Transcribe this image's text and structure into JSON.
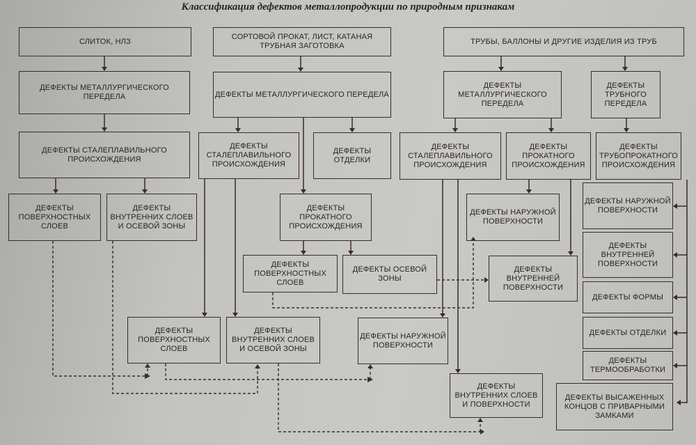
{
  "title": "Классификация дефектов металлопродукции по природным признакам",
  "boxes": {
    "ingot": "СЛИТОК, НЛЗ",
    "rolled": "СОРТОВОЙ ПРОКАТ, ЛИСТ, КАТАНАЯ ТРУБНАЯ ЗАГОТОВКА",
    "pipes": "ТРУБЫ, БАЛЛОНЫ И ДРУГИЕ ИЗДЕЛИЯ ИЗ ТРУБ",
    "met1": "ДЕФЕКТЫ МЕТАЛЛУРГИЧЕСКОГО ПЕРЕДЕЛА",
    "met2": "ДЕФЕКТЫ МЕТАЛЛУРГИЧЕСКОГО ПЕРЕДЕЛА",
    "met3": "ДЕФЕКТЫ МЕТАЛЛУРГИЧЕСКОГО ПЕРЕДЕЛА",
    "tubeproc": "ДЕФЕКТЫ ТРУБНОГО ПЕРЕДЕЛА",
    "steel1": "ДЕФЕКТЫ СТАЛЕПЛАВИЛЬНОГО ПРОИСХОЖДЕНИЯ",
    "steel2": "ДЕФЕКТЫ СТАЛЕПЛАВИЛЬНОГО ПРОИСХОЖДЕНИЯ",
    "finish1": "ДЕФЕКТЫ ОТДЕЛКИ",
    "steel3": "ДЕФЕКТЫ СТАЛЕПЛАВИЛЬНОГО ПРОИСХОЖДЕНИЯ",
    "roll3": "ДЕФЕКТЫ ПРОКАТНОГО ПРОИСХОЖДЕНИЯ",
    "tuberoll": "ДЕФЕКТЫ ТРУБОПРОКАТНОГО ПРОИСХОЖДЕНИЯ",
    "surf1": "ДЕФЕКТЫ ПОВЕРХНОСТНЫХ СЛОЕВ",
    "inner1": "ДЕФЕКТЫ ВНУТРЕННИХ СЛОЕВ И ОСЕВОЙ ЗОНЫ",
    "roll2": "ДЕФЕКТЫ ПРОКАТНОГО ПРОИСХОЖДЕНИЯ",
    "outsurf3": "ДЕФЕКТЫ НАРУЖНОЙ ПОВЕРХНОСТИ",
    "outsurf4": "ДЕФЕКТЫ НАРУЖНОЙ ПОВЕРХНОСТИ",
    "surf2": "ДЕФЕКТЫ ПОВЕРХНОСТНЫХ СЛОЕВ",
    "axial2": "ДЕФЕКТЫ ОСЕВОЙ ЗОНЫ",
    "insurf3": "ДЕФЕКТЫ ВНУТРЕННЕЙ ПОВЕРХНОСТИ",
    "insurf4": "ДЕФЕКТЫ ВНУТРЕННЕЙ ПОВЕРХНОСТИ",
    "shape4": "ДЕФЕКТЫ ФОРМЫ",
    "finish4": "ДЕФЕКТЫ ОТДЕЛКИ",
    "heat4": "ДЕФЕКТЫ ТЕРМООБРАБОТКИ",
    "upset4": "ДЕФЕКТЫ ВЫСАЖЕННЫХ КОНЦОВ С ПРИВАРНЫМИ ЗАМКАМИ",
    "surf3": "ДЕФЕКТЫ ПОВЕРХНОСТНЫХ СЛОЕВ",
    "inner3": "ДЕФЕКТЫ ВНУТРЕННИХ СЛОЕВ И ОСЕВОЙ ЗОНЫ",
    "outsurf5": "ДЕФЕКТЫ НАРУЖНОЙ ПОВЕРХНОСТИ",
    "inner5": "ДЕФЕКТЫ ВНУТРЕННИХ СЛОЕВ И ПОВЕРХНОСТИ"
  }
}
